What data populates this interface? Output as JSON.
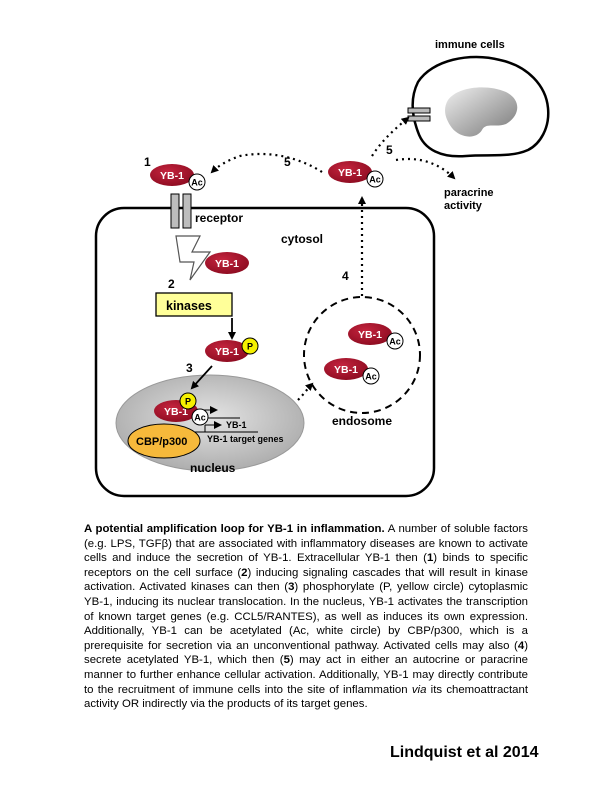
{
  "diagram": {
    "labels": {
      "immune_cells": "immune cells",
      "receptor": "receptor",
      "cytosol": "cytosol",
      "kinases": "kinases",
      "endosome": "endosome",
      "nucleus": "nucleus",
      "paracrine_line1": "paracrine",
      "paracrine_line2": "activity",
      "cbp": "CBP/p300",
      "yb1_gene": "YB-1",
      "target_genes": "YB-1 target genes"
    },
    "protein": "YB-1",
    "acetyl": "Ac",
    "phospho": "P",
    "steps": [
      "1",
      "2",
      "3",
      "4",
      "5",
      "5"
    ],
    "colors": {
      "protein": "#a8102a",
      "phospho": "#f5f000",
      "kinase_box": "#ffff99",
      "cbp": "#f6b93b",
      "nucleus": "#c8c8c8",
      "cell_outline": "#000000"
    }
  },
  "caption": {
    "title": "A potential amplification loop for YB-1 in inflammation.",
    "s1": " A number of soluble factors (e.g. LPS, TGFβ) that are associated with inflammatory diseases are known to activate cells and induce the secretion of YB-1. Extracellular YB-1 then (",
    "n1": "1",
    "s2": ") binds to specific receptors on the cell surface (",
    "n2": "2",
    "s3": ") inducing signaling cascades that will result in kinase activation. Activated kinases can then (",
    "n3": "3",
    "s4": ") phosphorylate (P, yellow circle) cytoplasmic YB-1, inducing its nuclear translocation. In the nucleus, YB-1 activates the transcription of known target genes (e.g. CCL5/RANTES), as well as induces its own expression. Additionally, YB-1 can be acetylated (Ac, white circle) by CBP/p300, which is a prerequisite for secretion via an unconventional pathway. Activated cells may also (",
    "n4": "4",
    "s5": ") secrete acetylated YB-1, which then (",
    "n5": "5",
    "s6": ") may act in either an autocrine or paracrine manner to further enhance cellular activation. Additionally, YB-1 may directly contribute to the recruitment of immune cells into the site of inflammation ",
    "via": "via",
    "s7": " its chemoattractant activity OR indirectly via the products of its target genes."
  },
  "citation": "Lindquist et al 2014"
}
